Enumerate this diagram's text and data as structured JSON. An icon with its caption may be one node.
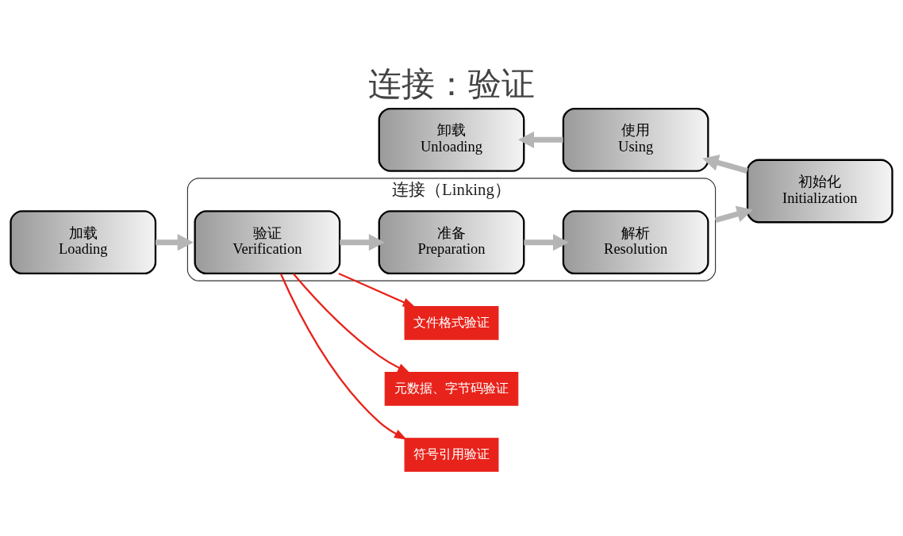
{
  "diagram": {
    "title": "连接：验证",
    "nodes": [
      {
        "text": [
          "连接（Linking）"
        ]
      },
      {
        "text": [
          "加载",
          "Loading"
        ]
      },
      {
        "text": [
          "验证",
          "Verification"
        ],
        "in": 0
      },
      {
        "text": [
          "准备",
          "Preparation"
        ],
        "in": 0
      },
      {
        "text": [
          "解析",
          "Resolution"
        ],
        "in": 0
      },
      {
        "text": [
          "初始化",
          "Initialization"
        ]
      },
      {
        "text": [
          "使用",
          "Using"
        ]
      },
      {
        "text": [
          "卸载",
          "Unloading"
        ]
      },
      {
        "text": [
          "文件格式验证"
        ]
      },
      {
        "text": [
          "元数据、字节码验证"
        ]
      },
      {
        "text": [
          "符号引用验证"
        ]
      }
    ],
    "edges": [
      {
        "from": 1,
        "to": 0,
        "arrow": "to"
      },
      {
        "from": 2,
        "to": 3,
        "arrow": "to"
      },
      {
        "from": 3,
        "to": 4,
        "arrow": "to"
      },
      {
        "from": 0,
        "to": 5,
        "arrow": "to"
      },
      {
        "from": 5,
        "to": 6,
        "arrow": "to"
      },
      {
        "from": 6,
        "to": 7,
        "arrow": "to"
      },
      {
        "from": 2,
        "to": 8,
        "arrow": "to",
        "color": "#e8231b"
      },
      {
        "from": 2,
        "to": 9,
        "arrow": "to",
        "color": "#e8231b"
      },
      {
        "from": 2,
        "to": 10,
        "arrow": "to",
        "color": "#e8231b"
      }
    ]
  }
}
